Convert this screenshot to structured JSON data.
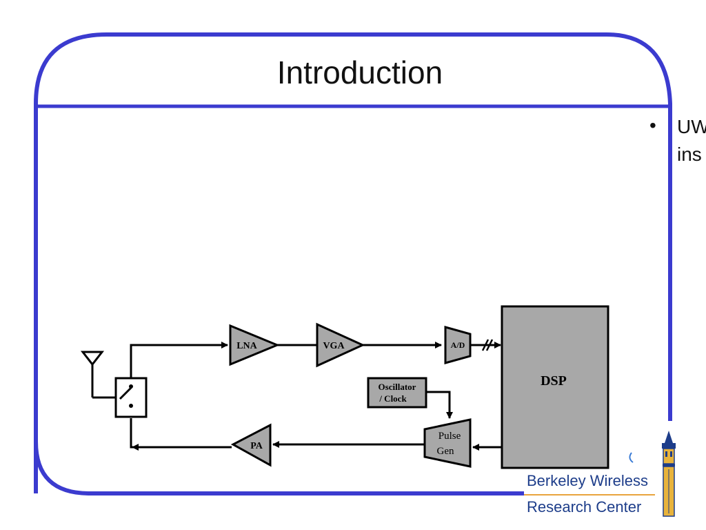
{
  "slide": {
    "title": "Introduction",
    "bullet": {
      "marker": "•",
      "line1": "UW",
      "line2": "ins"
    }
  },
  "diagram": {
    "blocks": {
      "lna": "LNA",
      "vga": "VGA",
      "adc": "A/D",
      "dsp": "DSP",
      "osc_line1": "Oscillator",
      "osc_line2": "/ Clock",
      "pulse_line1": "Pulse",
      "pulse_line2": "Gen",
      "pa": "PA"
    }
  },
  "logo": {
    "line1": "Berkeley Wireless",
    "line2": "Research Center"
  },
  "colors": {
    "frame": "#3b3bcf",
    "block_fill": "#a8a8a8",
    "wire": "#000000",
    "logo_text": "#1d3d8a",
    "logo_rule": "#e8a33c",
    "tower": "#e8b33c"
  }
}
